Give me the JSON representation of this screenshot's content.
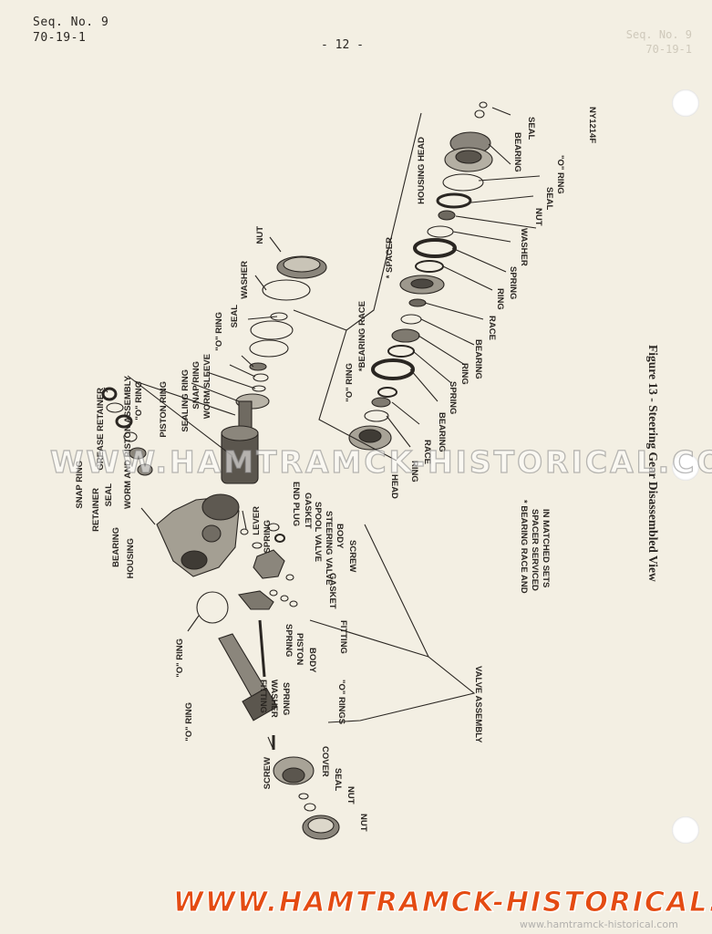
{
  "header": {
    "seq_no": "Seq. No. 9",
    "doc_no": "70-19-1",
    "page_number": "- 12 -"
  },
  "ghost_text": {
    "line1": "Seq. No. 9",
    "line2": "70-19-1"
  },
  "figure": {
    "code": "NY1214F",
    "caption": "Figure 13 - Steering Gear Disassembled View",
    "note": [
      "* BEARING RACE AND",
      "SPACER SERVICED",
      "IN MATCHED SETS"
    ]
  },
  "labels": {
    "seal_top": "SEAL",
    "bearing_top": "BEARING",
    "housing_head": "HOUSING HEAD",
    "o_ring_top": "\"O\" RING",
    "seal_2": "SEAL",
    "nut_1": "NUT",
    "washer_1": "WASHER",
    "spacer": "* SPACER",
    "spring_1": "SPRING",
    "ring_1": "RING",
    "race_1": "RACE",
    "bearing_race": "*BEARING RACE",
    "bearing_1": "BEARING",
    "ring_2": "RING",
    "o_ring_mid": "\"O\" RING",
    "spring_2": "SPRING",
    "bearing_2": "BEARING",
    "race_2": "RACE",
    "ring_3": "RING",
    "head": "HEAD",
    "nut_2": "NUT",
    "washer_2": "WASHER",
    "seal_3": "SEAL",
    "o_ring_3": "\"O\" RING",
    "worm_sleeve": "WORM SLEEVE",
    "snap_ring_1": "SNAP RING",
    "sealing_ring": "SEALING RING",
    "piston_ring": "PISTON RING",
    "o_ring_4": "\"O\" RING",
    "worm_piston": "WORM AND PISTON ASSEMBLY",
    "grease_retainer": "GREASE RETAINER",
    "snap_ring_2": "SNAP RING",
    "retainer": "RETAINER",
    "seal_4": "SEAL",
    "bearing_3": "BEARING",
    "housing": "HOUSING",
    "lever": "LEVER",
    "spring_3": "SPRING",
    "end_plug": "END PLUG",
    "gasket_1": "GASKET",
    "spool_valve": "SPOOL VALVE",
    "body_1": "BODY",
    "steering_valve": "STEERING VALVE",
    "screw_1": "SCREW",
    "gasket_2": "GASKET",
    "fitting_1": "FITTING",
    "o_ring_5": "\"O\" RING",
    "spring_4": "SPRING",
    "piston": "PISTON",
    "body_2": "BODY",
    "fitting_2": "FITTING",
    "washer_3": "WASHER",
    "spring_5": "SPRING",
    "o_rings": "\"O\" RINGS",
    "valve_assembly": "VALVE ASSEMBLY",
    "o_ring_6": "\"O\" RING",
    "screw_2": "SCREW",
    "cover": "COVER",
    "seal_5": "SEAL",
    "nut_3": "NUT",
    "nut_4": "NUT"
  },
  "watermarks": {
    "middle": "WWW.HAMTRAMCK-HISTORICAL.COM",
    "bottom": "WWW.HAMTRAMCK-HISTORICAL.COM",
    "bottom_small": "www.hamtramck-historical.com"
  }
}
